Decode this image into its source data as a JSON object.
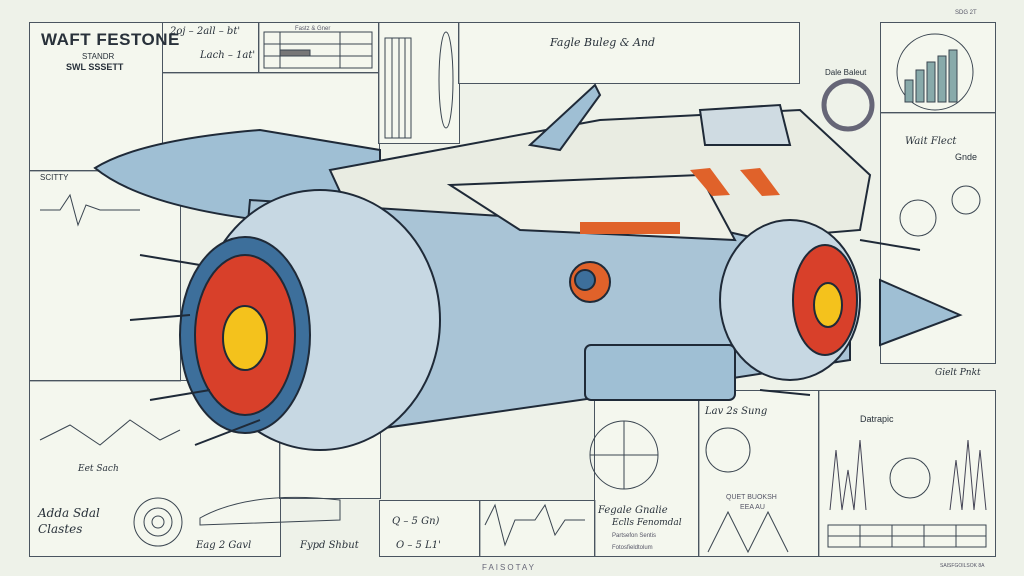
{
  "title_block": {
    "title": "WAFT FESTONE",
    "sub1": "STANDR",
    "sub2": "SWL SSSETT"
  },
  "top_labels": {
    "formula1": "2oj – 2all – bt'",
    "formula2": "Lach – 1at'",
    "table_title": "Fastz & Gner",
    "header_mid": "Fagle Buleg & And",
    "dale": "Dale Baleut",
    "code": "SDG 2T"
  },
  "left_labels": {
    "scitty": "SCITTY",
    "eet": "Eet Sach",
    "adda": "Adda Sdal",
    "clastes": "Clastes"
  },
  "right_labels": {
    "wait": "Wait Flect",
    "gielt": "Gielt Pnkt",
    "gnde": "Gnde",
    "datrapic": "Datrapic",
    "lav": "Lav 2s Sung"
  },
  "bottom_labels": {
    "eag": "Eag 2 Gavl",
    "fypd": "Fypd Shbut",
    "eq1": "Q – 5 Gn)",
    "eq2": "O – 5 L1'",
    "fegale": "Fegale Gnalie",
    "eclls": "Eclls Fenomdal",
    "item2": "Partsefon Sentis",
    "item3": "Fotosfieldtolum",
    "quet": "QUET BUOKSH",
    "eea": "EEA AU",
    "footer": "FAISOTAY",
    "footer_right": "SAISFGOILSOK  8A"
  },
  "colors": {
    "paper": "#eef2e9",
    "hull": "#a9c4d6",
    "hull_light": "#e9ece2",
    "accent": "#e0622a",
    "core": "#f4c21c",
    "line": "#2a3340"
  }
}
